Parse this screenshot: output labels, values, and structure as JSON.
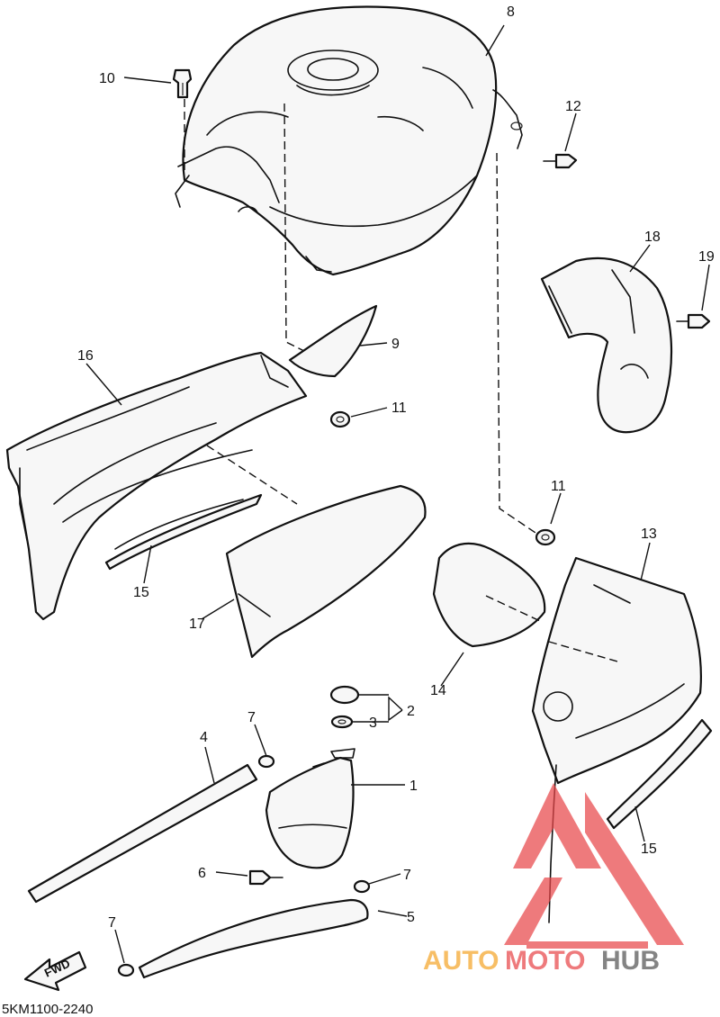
{
  "diagram": {
    "drawing_code": "5KM1100-2240",
    "fwd_label": "FWD",
    "callouts": [
      {
        "id": "c1",
        "label": "1"
      },
      {
        "id": "c2",
        "label": "2"
      },
      {
        "id": "c3",
        "label": "3"
      },
      {
        "id": "c4",
        "label": "4"
      },
      {
        "id": "c5",
        "label": "5"
      },
      {
        "id": "c6",
        "label": "6"
      },
      {
        "id": "c7a",
        "label": "7"
      },
      {
        "id": "c7b",
        "label": "7"
      },
      {
        "id": "c7c",
        "label": "7"
      },
      {
        "id": "c8",
        "label": "8"
      },
      {
        "id": "c9",
        "label": "9"
      },
      {
        "id": "c10",
        "label": "10"
      },
      {
        "id": "c11a",
        "label": "11"
      },
      {
        "id": "c11b",
        "label": "11"
      },
      {
        "id": "c12",
        "label": "12"
      },
      {
        "id": "c13",
        "label": "13"
      },
      {
        "id": "c14",
        "label": "14"
      },
      {
        "id": "c15a",
        "label": "15"
      },
      {
        "id": "c15b",
        "label": "15"
      },
      {
        "id": "c16",
        "label": "16"
      },
      {
        "id": "c17",
        "label": "17"
      },
      {
        "id": "c18",
        "label": "18"
      },
      {
        "id": "c19",
        "label": "19"
      }
    ]
  },
  "watermark": {
    "part1": "AUTO",
    "part2": "MOTO",
    "part3": "HUB",
    "color_orange": "#f4a62a",
    "color_red": "#e8474a",
    "color_gray": "#555555"
  }
}
